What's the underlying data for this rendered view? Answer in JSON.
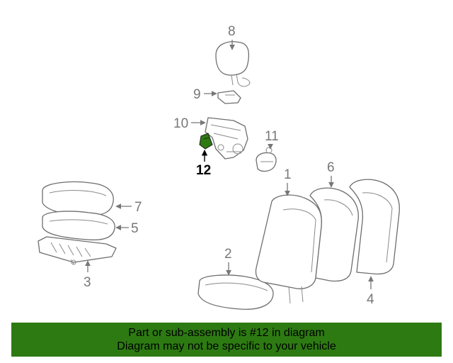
{
  "callouts": {
    "c1": "1",
    "c2": "2",
    "c3": "3",
    "c4": "4",
    "c5": "5",
    "c6": "6",
    "c7": "7",
    "c8": "8",
    "c9": "9",
    "c10": "10",
    "c11": "11",
    "c12": "12"
  },
  "highlight_color": "#2d7a12",
  "footer": {
    "line1": "Part or sub-assembly is #12 in diagram",
    "line2": "Diagram may not be specific to your vehicle"
  }
}
